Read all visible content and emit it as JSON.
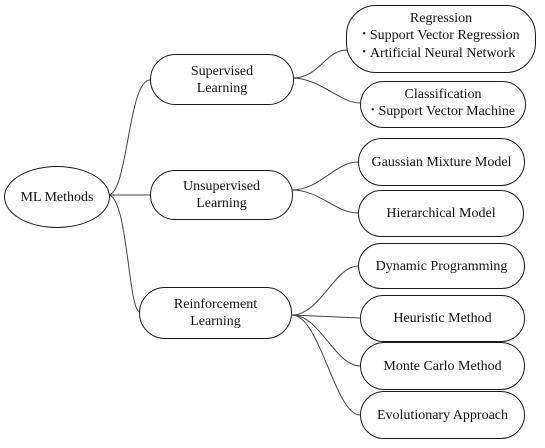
{
  "root": {
    "label": "ML Methods"
  },
  "categories": [
    {
      "label_line1": "Supervised",
      "label_line2": "Learning",
      "groups": [
        {
          "heading": "Regression",
          "items": [
            "Support Vector Regression",
            "Artificial Neural Network"
          ]
        },
        {
          "heading": "Classification",
          "items": [
            "Support Vector Machine"
          ]
        }
      ]
    },
    {
      "label_line1": "Unsupervised",
      "label_line2": "Learning",
      "leaves": [
        "Gaussian Mixture Model",
        "Hierarchical Model"
      ]
    },
    {
      "label_line1": "Reinforcement",
      "label_line2": "Learning",
      "leaves": [
        "Dynamic Programming",
        "Heuristic Method",
        "Monte Carlo Method",
        "Evolutionary Approach"
      ]
    }
  ],
  "colors": {
    "line": "#444444",
    "border": "#1a1a1a",
    "text": "#111111",
    "background": "#ffffff"
  }
}
